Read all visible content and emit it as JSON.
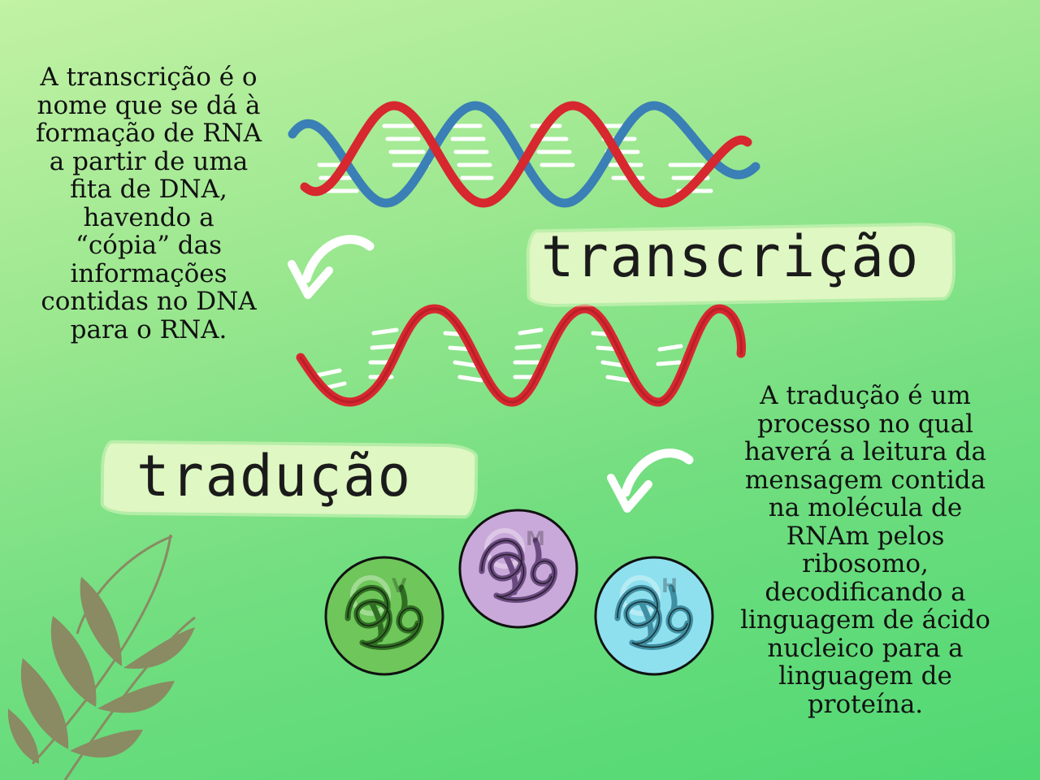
{
  "transcription": {
    "label": "transcrição",
    "description": "A transcrição é o\nnome que se dá à\nformação de RNA\na partir de uma\nfita de DNA,\nhavendo a\n“cópia” das\ninformações\ncontidas no DNA\npara o RNA."
  },
  "translation": {
    "label": "tradução",
    "description": "A tradução é um\nprocesso no qual\nhaverá a leitura da\nmensagem contida\nna molécula de\nRNAm pelos\nribosomo,\ndecodificando a\nlinguagem de ácido\nnucleico para a\nlinguagem de\nproteína."
  },
  "ribosome_subunits": [
    {
      "letter": "V",
      "color": "#6fc65a",
      "cord": "#2f6e22"
    },
    {
      "letter": "M",
      "color": "#c9a9d9",
      "cord": "#6a4a80"
    },
    {
      "letter": "H",
      "color": "#8fe0ef",
      "cord": "#3f8ea2"
    }
  ],
  "colors": {
    "strand_red": "#d7272f",
    "strand_blue": "#3a7fb5",
    "rung": "#ffffff",
    "leaf": "#8a8a63"
  },
  "icons": [
    "dna-double-helix-icon",
    "rna-single-strand-icon",
    "curved-arrow-icon",
    "ribosome-icon",
    "leaf-branch-icon"
  ]
}
